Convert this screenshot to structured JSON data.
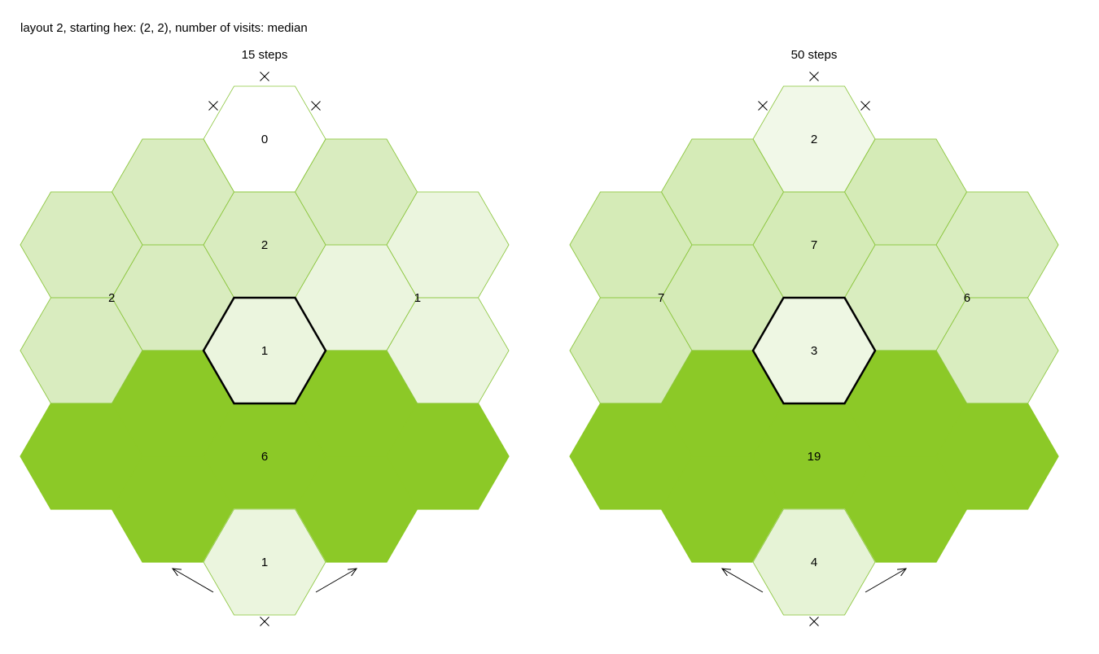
{
  "header": {
    "title": "layout 2, starting hex: (2, 2), number of visits: median"
  },
  "colors": {
    "stroke": "#8cc63f",
    "start_outline": "#000000",
    "marker": "#000000"
  },
  "panels": [
    {
      "title": "15 steps",
      "regions": [
        {
          "id": "top",
          "label": "0",
          "fill": "#ffffff"
        },
        {
          "id": "upper-left",
          "label": "",
          "fill": "#d9ecbf"
        },
        {
          "id": "upper-right",
          "label": "",
          "fill": "#d9ecbf"
        },
        {
          "id": "center-top",
          "label": "2",
          "fill": "#d9ecbf"
        },
        {
          "id": "left",
          "label": "2",
          "fill": "#d9ecbf"
        },
        {
          "id": "right",
          "label": "1",
          "fill": "#ebf5de"
        },
        {
          "id": "start",
          "label": "1",
          "fill": "#ebf5de"
        },
        {
          "id": "big",
          "label": "6",
          "fill": "#8cc927"
        },
        {
          "id": "bottom",
          "label": "1",
          "fill": "#ebf5de"
        }
      ]
    },
    {
      "title": "50 steps",
      "regions": [
        {
          "id": "top",
          "label": "2",
          "fill": "#f1f8e8"
        },
        {
          "id": "upper-left",
          "label": "",
          "fill": "#d5ebb7"
        },
        {
          "id": "upper-right",
          "label": "",
          "fill": "#d5ebb7"
        },
        {
          "id": "center-top",
          "label": "7",
          "fill": "#d5ebb7"
        },
        {
          "id": "left",
          "label": "7",
          "fill": "#d5ebb7"
        },
        {
          "id": "right",
          "label": "6",
          "fill": "#d9edbf"
        },
        {
          "id": "start",
          "label": "3",
          "fill": "#eef7e3"
        },
        {
          "id": "big",
          "label": "19",
          "fill": "#8cc927"
        },
        {
          "id": "bottom",
          "label": "4",
          "fill": "#e6f3d6"
        }
      ]
    }
  ]
}
